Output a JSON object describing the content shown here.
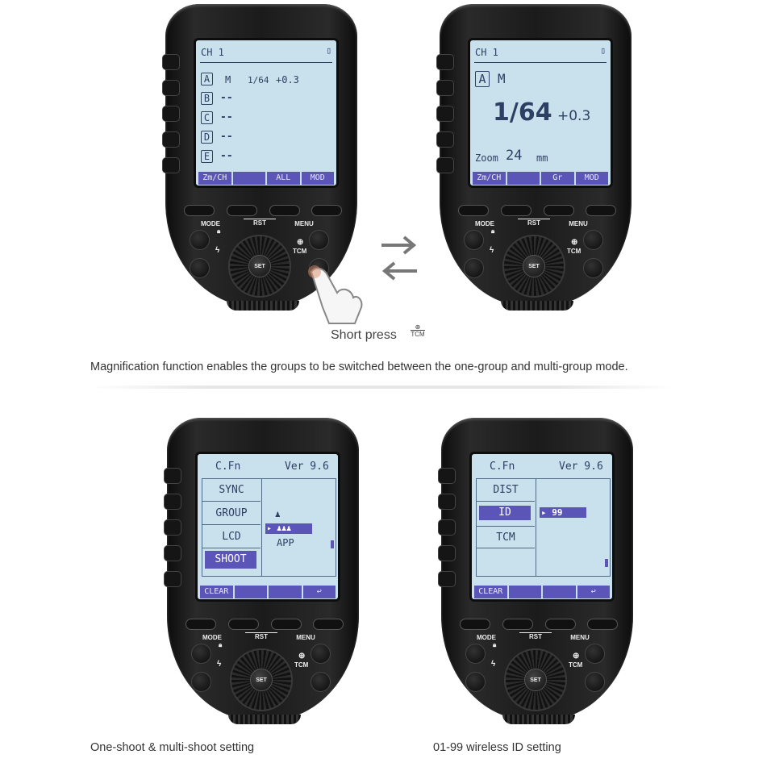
{
  "controls": {
    "mode": "MODE",
    "rst": "RST",
    "menu": "MENU",
    "set": "SET",
    "tcm": "TCM"
  },
  "screens": {
    "s1": {
      "channel": "CH 1",
      "groups": [
        {
          "letter": "A",
          "mode": "M",
          "power": "1/64",
          "comp": "+0.3"
        },
        {
          "letter": "B",
          "mode": "--"
        },
        {
          "letter": "C",
          "mode": "--"
        },
        {
          "letter": "D",
          "mode": "--"
        },
        {
          "letter": "E",
          "mode": "--"
        }
      ],
      "softkeys": [
        "Zm/CH",
        "",
        "ALL",
        "MOD"
      ]
    },
    "s2": {
      "channel": "CH 1",
      "group": "A",
      "mode": "M",
      "power": "1/64",
      "comp": "+0.3",
      "zoom_label": "Zoom",
      "zoom_value": "24",
      "zoom_unit": "mm",
      "softkeys": [
        "Zm/CH",
        "",
        "Gr",
        "MOD"
      ]
    },
    "s3": {
      "title": "C.Fn",
      "version": "Ver 9.6",
      "menu": [
        "SYNC",
        "GROUP",
        "LCD",
        "SHOOT"
      ],
      "selected_menu": "SHOOT",
      "options": {
        "selected_icon": "multi-person-icon",
        "other": "APP"
      },
      "softkeys": [
        "CLEAR",
        "",
        "",
        "↩"
      ]
    },
    "s4": {
      "title": "C.Fn",
      "version": "Ver 9.6",
      "menu": [
        "DIST",
        "ID",
        "TCM",
        ""
      ],
      "selected_menu": "ID",
      "selected_value": "99",
      "softkeys": [
        "CLEAR",
        "",
        "",
        "↩"
      ]
    }
  },
  "annotation": {
    "short_press": "Short press",
    "icon_label": "TCM"
  },
  "captions": {
    "top": "Magnification function enables the groups to be switched between the one-group and multi-group mode.",
    "bottom_left": "One-shoot & multi-shoot setting",
    "bottom_right": "01-99 wireless ID setting"
  },
  "colors": {
    "screen": "#c9e1ec",
    "highlight": "#5b55b8",
    "text": "#2d3f63"
  }
}
